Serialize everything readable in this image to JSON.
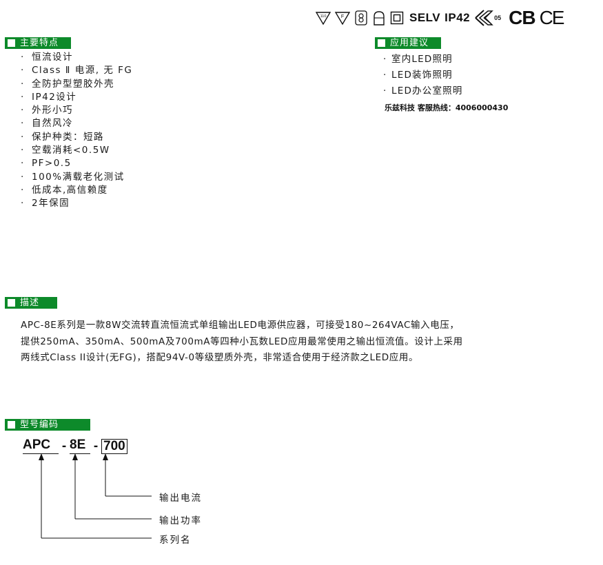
{
  "certifications": {
    "tri1_label": "110",
    "tri2_label": "F",
    "selv": "SELV",
    "ip": "IP42",
    "emc_mark_suffix": "05",
    "cb": "CB",
    "ce": "CE"
  },
  "features": {
    "title": "主要特点",
    "items": [
      "恒流设计",
      "Class Ⅱ 电源, 无 FG",
      "全防护型塑胶外壳",
      "IP42设计",
      "外形小巧",
      "自然风冷",
      "保护种类：短路",
      "空载消耗<0.5W",
      "PF>0.5",
      "100%满载老化测试",
      "低成本,高信赖度",
      "2年保固"
    ],
    "bullet": "·"
  },
  "applications": {
    "title": "应用建议",
    "items": [
      "室内LED照明",
      "LED装饰照明",
      "LED办公室照明"
    ],
    "bullet": "·",
    "hotline": "乐兹科技 客服热线：4006000430"
  },
  "description": {
    "title": "描述",
    "lines": [
      "APC-8E系列是一款8W交流转直流恒流式单组输出LED电源供应器，可接受180~264VAC输入电压，",
      "提供250mA、350mA、500mA及700mA等四种小瓦数LED应用最常使用之输出恒流值。设计上采用",
      "两线式Class II设计(无FG)，搭配94V-0等级塑质外壳，非常适合使用于经济款之LED应用。"
    ]
  },
  "model_code": {
    "title": "型号编码",
    "part1": "APC",
    "dash": "-",
    "part2": "8E",
    "part3": "700",
    "labels": {
      "current": "输出电流",
      "power": "输出功率",
      "series": "系列名"
    }
  }
}
